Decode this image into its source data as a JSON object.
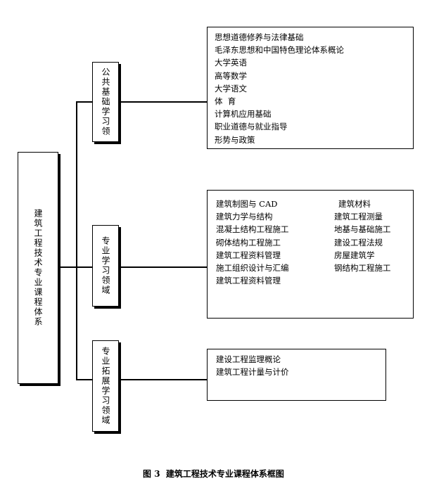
{
  "root": {
    "label": "建筑工程技术专业课程体系"
  },
  "domains": [
    {
      "label": "公共基础学习领",
      "courses": [
        "思想道德修养与法律基础",
        "毛泽东思想和中国特色理论体系概论",
        "大学英语",
        "高等数学",
        "大学语文",
        "体  育",
        "计算机应用基础",
        "职业道德与就业指导",
        "形势与政策"
      ]
    },
    {
      "label": "专业学习领域",
      "courses_left": [
        "建筑制图与 CAD",
        "建筑力学与结构",
        "混凝土结构工程施工",
        "砌体结构工程施工",
        "建筑工程资料管理",
        "施工组织设计与汇编",
        "建筑工程资料管理"
      ],
      "courses_right": [
        "建筑材料",
        "建筑工程测量",
        "地基与基础施工",
        "建设工程法规",
        "房屋建筑学",
        "钢结构工程施工"
      ]
    },
    {
      "label": "专业拓展学习领域",
      "courses": [
        "建设工程监理概论",
        "建筑工程计量与计价"
      ]
    }
  ],
  "caption": "图 3  建筑工程技术专业课程体系框图"
}
